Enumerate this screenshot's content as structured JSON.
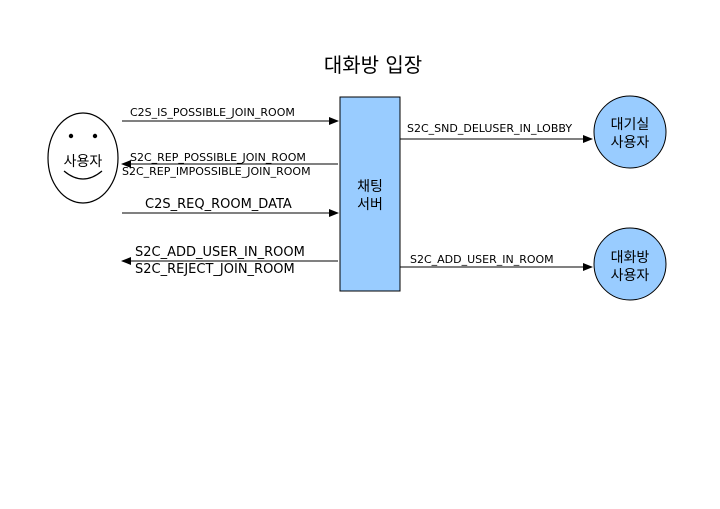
{
  "title": "대화방 입장",
  "client": {
    "label": "사용자"
  },
  "server": {
    "line1": "채팅",
    "line2": "서버"
  },
  "lobby_users": {
    "line1": "대기실",
    "line2": "사용자"
  },
  "room_users": {
    "line1": "대화방",
    "line2": "사용자"
  },
  "messages": {
    "is_possible_join_room": "C2S_IS_POSSIBLE_JOIN_ROOM",
    "rep_possible_join_room": "S2C_REP_POSSIBLE_JOIN_ROOM",
    "rep_impossible_join_room": "S2C_REP_IMPOSSIBLE_JOIN_ROOM",
    "req_room_data": "C2S_REQ_ROOM_DATA",
    "add_user_in_room_to_client": "S2C_ADD_USER_IN_ROOM",
    "reject_join_room": "S2C_REJECT_JOIN_ROOM",
    "snd_deluser_in_lobby": "S2C_SND_DELUSER_IN_LOBBY",
    "add_user_in_room_to_room": "S2C_ADD_USER_IN_ROOM"
  },
  "colors": {
    "node_fill": "#99ccff",
    "line": "#000000",
    "face_fill": "#ffffff"
  }
}
